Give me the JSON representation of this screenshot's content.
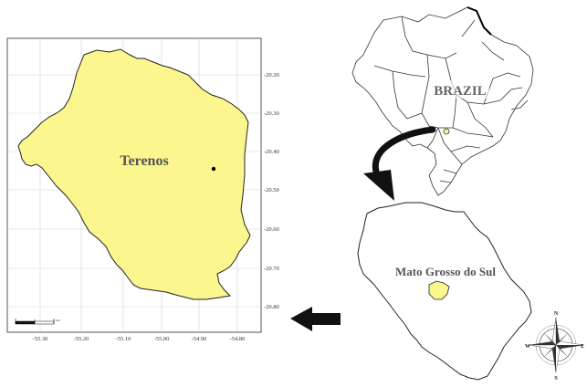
{
  "colors": {
    "municipality_fill": "#fbf68e",
    "map_border": "#222222",
    "grid": "#d4d4d4",
    "frame": "#555555",
    "arrow": "#111111"
  },
  "main_map": {
    "municipality_label": "Terenos",
    "latitude_ticks": [
      "-20.20",
      "-20.30",
      "-20.40",
      "-20.50",
      "-20.60",
      "-20.70",
      "-20.80"
    ],
    "longitude_ticks": [
      "-55.30",
      "-55.20",
      "-55.10",
      "-55.00",
      "-54.90",
      "-54.80"
    ],
    "scale_bar_unit": "km"
  },
  "country_map": {
    "label": "BRAZIL"
  },
  "state_map": {
    "label": "Mato Grosso do Sul"
  },
  "compass": {
    "north": "N",
    "south": "S",
    "east": "E",
    "west": "W"
  },
  "icons": {
    "curved_arrow": "curved-arrow-icon",
    "left_arrow": "left-arrow-icon",
    "compass_rose": "compass-rose-icon"
  }
}
